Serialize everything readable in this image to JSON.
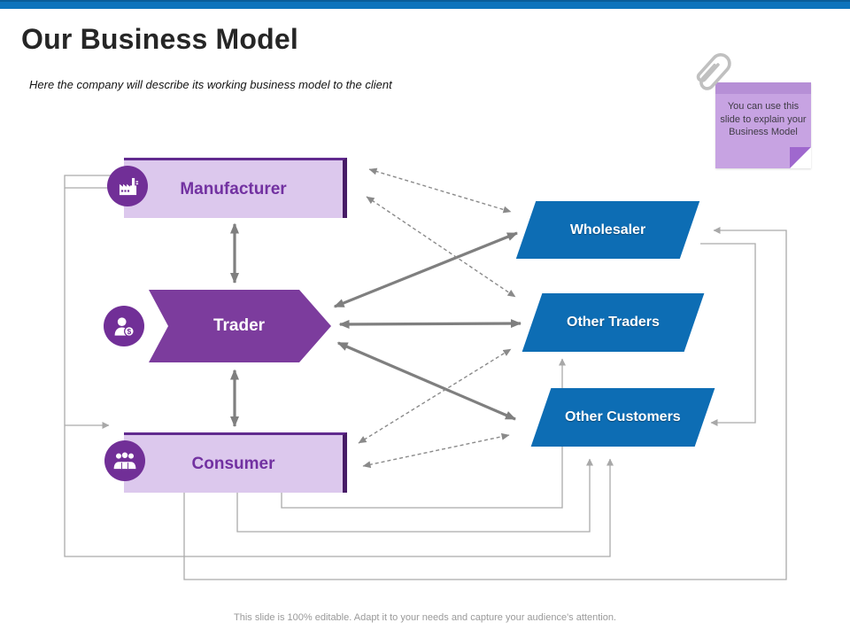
{
  "slide": {
    "title": "Our Business Model",
    "subtitle": "Here the company will describe its working business model to the client",
    "sticky_note": {
      "text": "You can use this slide to explain your Business Model"
    },
    "diagram": {
      "left_nodes": [
        {
          "label": "Manufacturer",
          "icon": "factory-icon"
        },
        {
          "label": "Trader",
          "icon": "person-dollar-icon"
        },
        {
          "label": "Consumer",
          "icon": "people-group-icon"
        }
      ],
      "right_nodes": [
        {
          "label": "Wholesaler"
        },
        {
          "label": "Other Traders"
        },
        {
          "label": "Other Customers"
        }
      ]
    },
    "footer": "This slide is 100% editable. Adapt it to your needs and capture your audience's attention.",
    "colors": {
      "top_bar": "#0e74bc",
      "accent_blue": "#0d6db4",
      "purple_dark": "#7c3c9d",
      "purple_circle": "#712f97",
      "purple_light_fill": "#dcc8ed",
      "purple_border": "#471b66",
      "note_purple": "#c7a3e2",
      "connector_gray": "#a8a8a8",
      "arrow_gray": "#7f7f7f"
    }
  }
}
